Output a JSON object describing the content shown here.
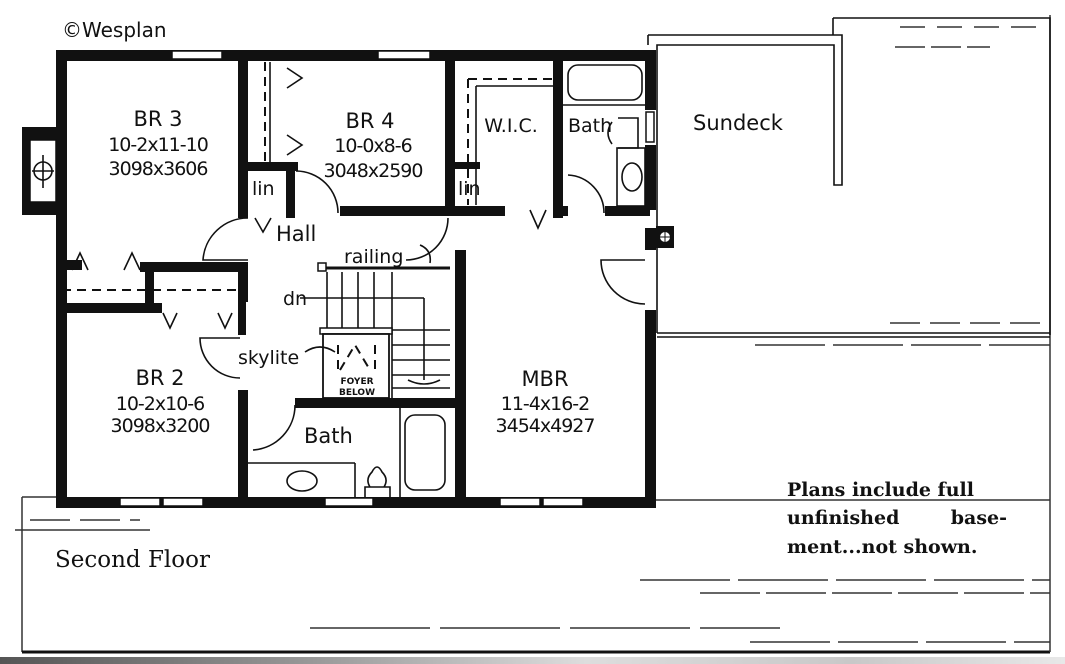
{
  "copyright": "©Wesplan",
  "rooms": {
    "br3": {
      "name": "BR 3",
      "imperial": "10-2x11-10",
      "metric": "3098x3606"
    },
    "br4": {
      "name": "BR 4",
      "imperial": "10-0x8-6",
      "metric": "3048x2590"
    },
    "br2": {
      "name": "BR 2",
      "imperial": "10-2x10-6",
      "metric": "3098x3200"
    },
    "mbr": {
      "name": "MBR",
      "imperial": "11-4x16-2",
      "metric": "3454x4927"
    },
    "wic": {
      "name": "W.I.C."
    },
    "ensuite_bath": {
      "name": "Bath"
    },
    "hall_bath": {
      "name": "Bath"
    },
    "hall": {
      "name": "Hall"
    },
    "sundeck": {
      "name": "Sundeck"
    }
  },
  "annotations": {
    "lin_1": "lin",
    "lin_2": "lin",
    "railing": "railing",
    "dn": "dn",
    "skylite": "skylite",
    "foyer_below_1": "FOYER",
    "foyer_below_2": "BELOW"
  },
  "caption": {
    "floor_title": "Second Floor",
    "note_line_1": "Plans include full",
    "note_line_2a": "unfinished",
    "note_line_2b": "base-",
    "note_line_3": "ment...not shown."
  },
  "colors": {
    "ink": "#111111",
    "paper": "#ffffff"
  }
}
